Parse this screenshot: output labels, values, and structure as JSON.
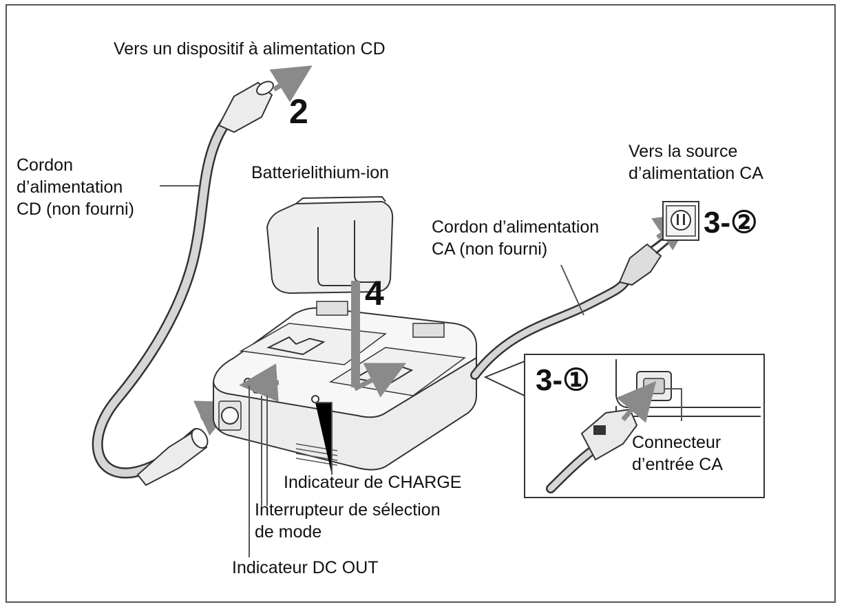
{
  "labels": {
    "dc_device": "Vers un dispositif à alimentation CD",
    "dc_cord_1": "Cordon",
    "dc_cord_2": "d’alimentation",
    "dc_cord_3": "CD (non fourni)",
    "battery": "Batterielithium-ion",
    "ac_source_1": "Vers la source",
    "ac_source_2": "d’alimentation CA",
    "ac_cord_1": "Cordon d’alimentation",
    "ac_cord_2": "CA (non fourni)",
    "ac_connector_1": "Connecteur",
    "ac_connector_2": "d’entrée CA",
    "charge_indicator": "Indicateur de CHARGE",
    "mode_switch_1": "Interrupteur de sélection",
    "mode_switch_2": "de mode",
    "dc_out_indicator": "Indicateur DC OUT"
  },
  "steps": {
    "s2": "2",
    "s4": "4",
    "s3_1": "3-①",
    "s3_2": "3-②"
  },
  "colors": {
    "line": "#333333",
    "cable": "#cfcfcf",
    "arrow": "#8a8a8a",
    "body": "#f1f1f1"
  }
}
